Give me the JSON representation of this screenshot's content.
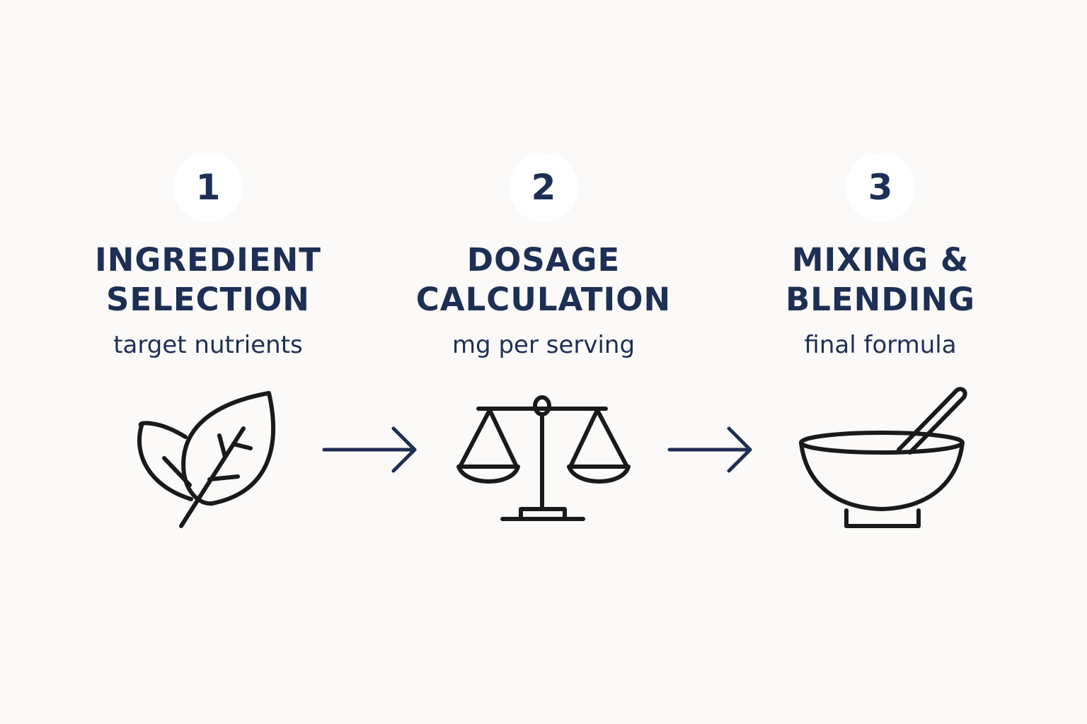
{
  "steps": [
    {
      "number": "1",
      "title_line1": "INGREDIENT",
      "title_line2": "SELECTION",
      "subtitle": "target nutrients",
      "icon": "leaf-icon"
    },
    {
      "number": "2",
      "title_line1": "DOSAGE",
      "title_line2": "CALCULATION",
      "subtitle": "mg per serving",
      "icon": "balance-scale-icon"
    },
    {
      "number": "3",
      "title_line1": "MIXING &",
      "title_line2": "BLENDING",
      "subtitle": "final formula",
      "icon": "mortar-and-pestle-icon"
    }
  ],
  "colors": {
    "background": "#fbfaf8",
    "text": "#1e2f55",
    "icon_stroke": "#1a1a1a",
    "arrow": "#1e2f55",
    "circle": "#ffffff"
  }
}
